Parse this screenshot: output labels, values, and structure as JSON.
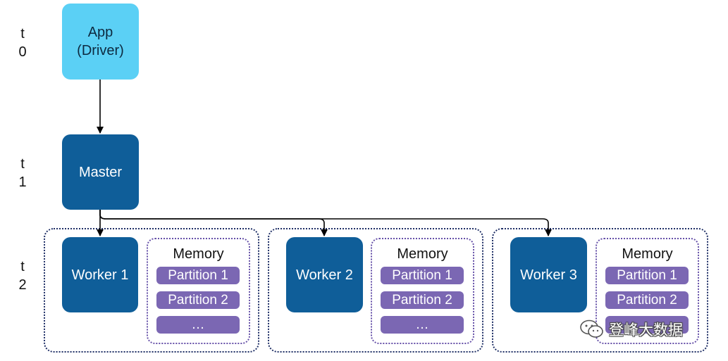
{
  "time_labels": [
    {
      "t": "t",
      "n": "0"
    },
    {
      "t": "t",
      "n": "1"
    },
    {
      "t": "t",
      "n": "2"
    }
  ],
  "app": {
    "line1": "App",
    "line2": "(Driver)"
  },
  "master": {
    "label": "Master"
  },
  "workers": [
    {
      "label": "Worker 1",
      "memory_title": "Memory",
      "partitions": [
        "Partition 1",
        "Partition 2",
        "…"
      ]
    },
    {
      "label": "Worker 2",
      "memory_title": "Memory",
      "partitions": [
        "Partition 1",
        "Partition 2",
        "…"
      ]
    },
    {
      "label": "Worker 3",
      "memory_title": "Memory",
      "partitions": [
        "Partition 1",
        "Partition 2",
        "…"
      ]
    }
  ],
  "watermark": {
    "text": "登峰大数据",
    "icon": "wechat-icon"
  },
  "colors": {
    "app": "#5bd0f5",
    "node": "#0f5e99",
    "partition": "#7b67b3",
    "group_border": "#1f2f66",
    "memory_border": "#6650a8"
  }
}
